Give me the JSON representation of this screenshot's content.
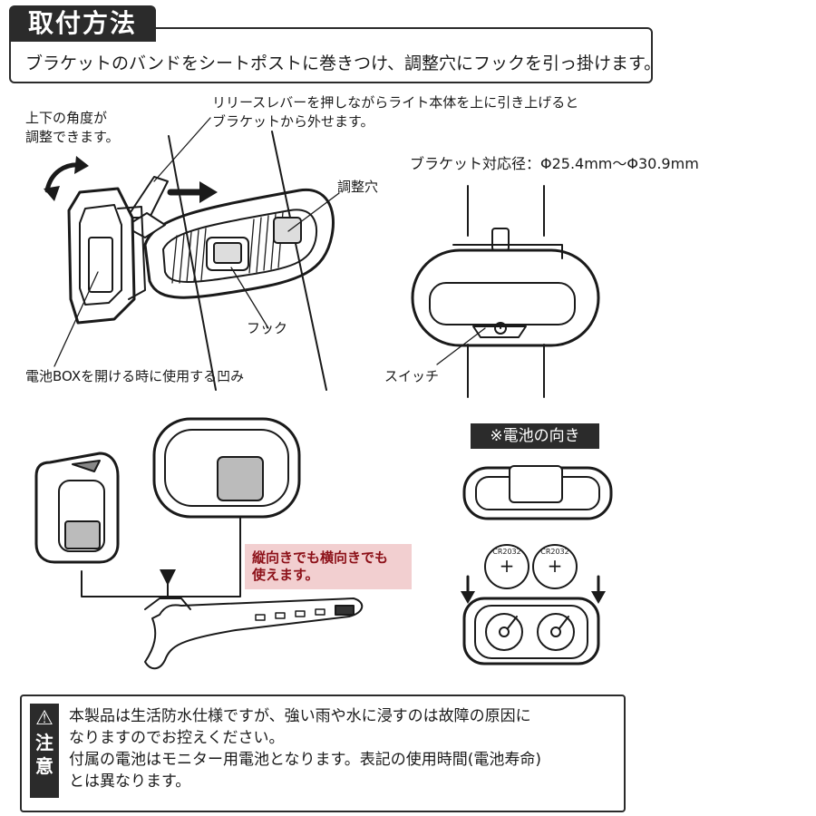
{
  "header": {
    "title": "取付方法",
    "intro": "ブラケットのバンドをシートポストに巻きつけ、調整穴にフックを引っ掛けます。"
  },
  "labels": {
    "angle_line1": "上下の角度が",
    "angle_line2": "調整できます。",
    "release_line1": "リリースレバーを押しながらライト本体を上に引き上げると",
    "release_line2": "ブラケットから外せます。",
    "adjust_hole": "調整穴",
    "diameter": "ブラケット対応径：Φ25.4mm～Φ30.9mm",
    "hook": "フック",
    "battery_dent": "電池BOXを開ける時に使用する凹み",
    "switch": "スイッチ"
  },
  "battery": {
    "title": "※電池の向き",
    "cell_label": "CR2032",
    "plus": "+"
  },
  "orientation_note": {
    "line1": "縦向きでも横向きでも",
    "line2": "使えます。"
  },
  "notice": {
    "tab_char1": "注",
    "tab_char2": "意",
    "warning_icon": "warning-triangle-icon",
    "line1": "本製品は生活防水仕様ですが、強い雨や水に浸すのは故障の原因に",
    "line2": "なりますのでお控えください。",
    "line3": "付属の電池はモニター用電池となります。表記の使用時間(電池寿命)",
    "line4": "とは異なります。"
  },
  "colors": {
    "dark": "#2b2b2b",
    "note_bg": "#f2cfd0",
    "note_text": "#8c1018"
  }
}
